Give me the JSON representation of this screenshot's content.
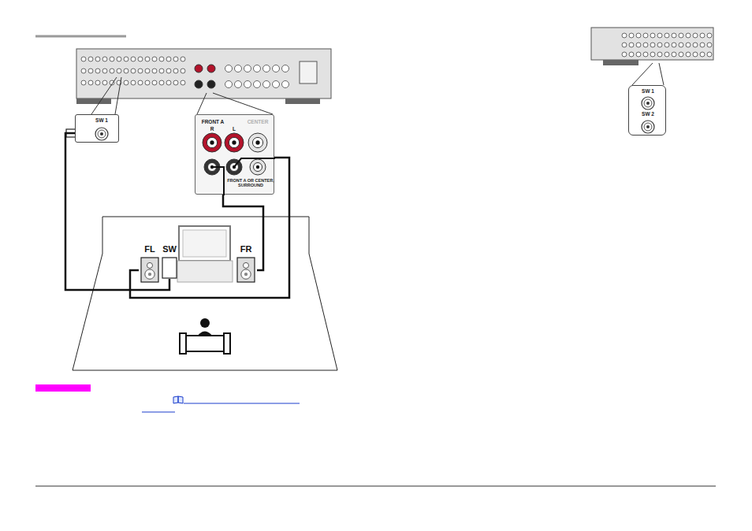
{
  "diagram": {
    "nodes": [
      {
        "text": [
          "SW 1"
        ]
      },
      {
        "text": [
          "FRONT A",
          "R",
          "L",
          "CENTER",
          "FRONT A OR CENTER, SURROUND"
        ]
      },
      {
        "text": [
          "FL"
        ]
      },
      {
        "text": [
          "SW"
        ]
      },
      {
        "text": [
          "FR"
        ]
      },
      {
        "text": [
          "SW 1",
          "SW 2"
        ]
      }
    ],
    "edges": [
      {
        "from": 0,
        "to": 3,
        "arrow": "none"
      },
      {
        "from": 1,
        "to": 4,
        "arrow": "none"
      },
      {
        "from": 1,
        "to": 2,
        "arrow": "none"
      }
    ]
  }
}
